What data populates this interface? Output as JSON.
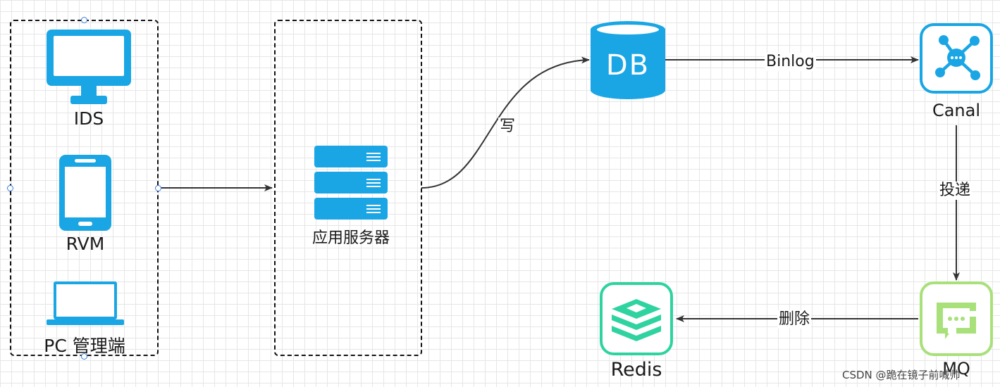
{
  "clients": {
    "items": [
      {
        "label": "IDS",
        "icon": "monitor-icon"
      },
      {
        "label": "RVM",
        "icon": "smartphone-icon"
      },
      {
        "label": "PC 管理端",
        "icon": "laptop-icon"
      }
    ]
  },
  "app_server": {
    "label": "应用服务器",
    "icon": "server-rack-icon"
  },
  "db": {
    "label": "DB",
    "icon": "database-icon"
  },
  "canal": {
    "label": "Canal",
    "icon": "canal-icon"
  },
  "mq": {
    "label": "MQ",
    "icon": "mq-icon"
  },
  "redis": {
    "label": "Redis",
    "icon": "redis-icon"
  },
  "edges": {
    "write": "写",
    "binlog": "Binlog",
    "deliver": "投递",
    "delete": "删除"
  },
  "watermark": "CSDN @跪在镜子前喊帅",
  "colors": {
    "accent_blue": "#1aa6e4",
    "redis_green": "#2ed3a0",
    "mq_green": "#a8e07a",
    "line": "#333333",
    "selection": "#3b7ddd"
  }
}
